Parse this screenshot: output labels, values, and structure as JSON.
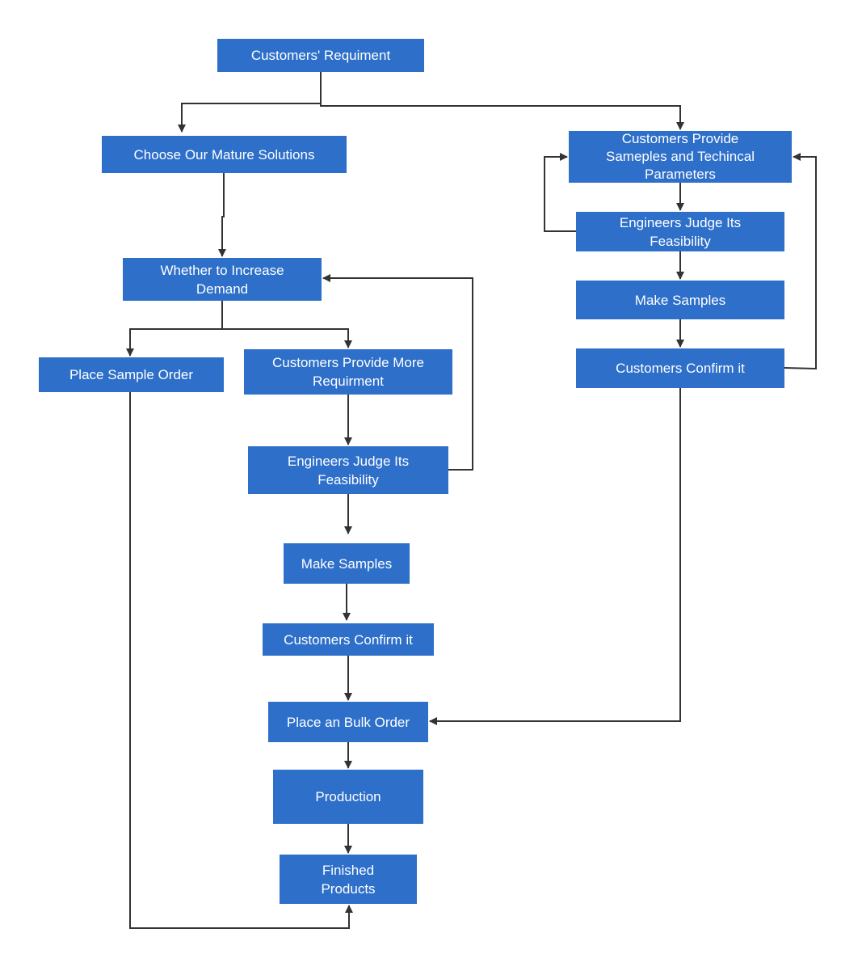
{
  "colors": {
    "node_fill": "#2e6fca",
    "node_text": "#ffffff",
    "edge": "#333333",
    "background": "#ffffff"
  },
  "nodes": {
    "customers_requirement": "Customers' Requiment",
    "choose_mature_solutions": "Choose Our Mature Solutions",
    "whether_increase_demand": "Whether to Increase\nDemand",
    "place_sample_order": "Place Sample Order",
    "provide_more_requirement": "Customers Provide More\nRequirment",
    "engineers_judge_left": "Engineers Judge Its\nFeasibility",
    "make_samples_left": "Make Samples",
    "customers_confirm_left": "Customers Confirm it",
    "place_bulk_order": "Place an Bulk Order",
    "production": "Production",
    "finished_products": "Finished\nProducts",
    "provide_samples_params": "Customers Provide\nSameples and Techincal\nParameters",
    "engineers_judge_right": "Engineers Judge Its\nFeasibility",
    "make_samples_right": "Make Samples",
    "customers_confirm_right": "Customers Confirm it"
  }
}
